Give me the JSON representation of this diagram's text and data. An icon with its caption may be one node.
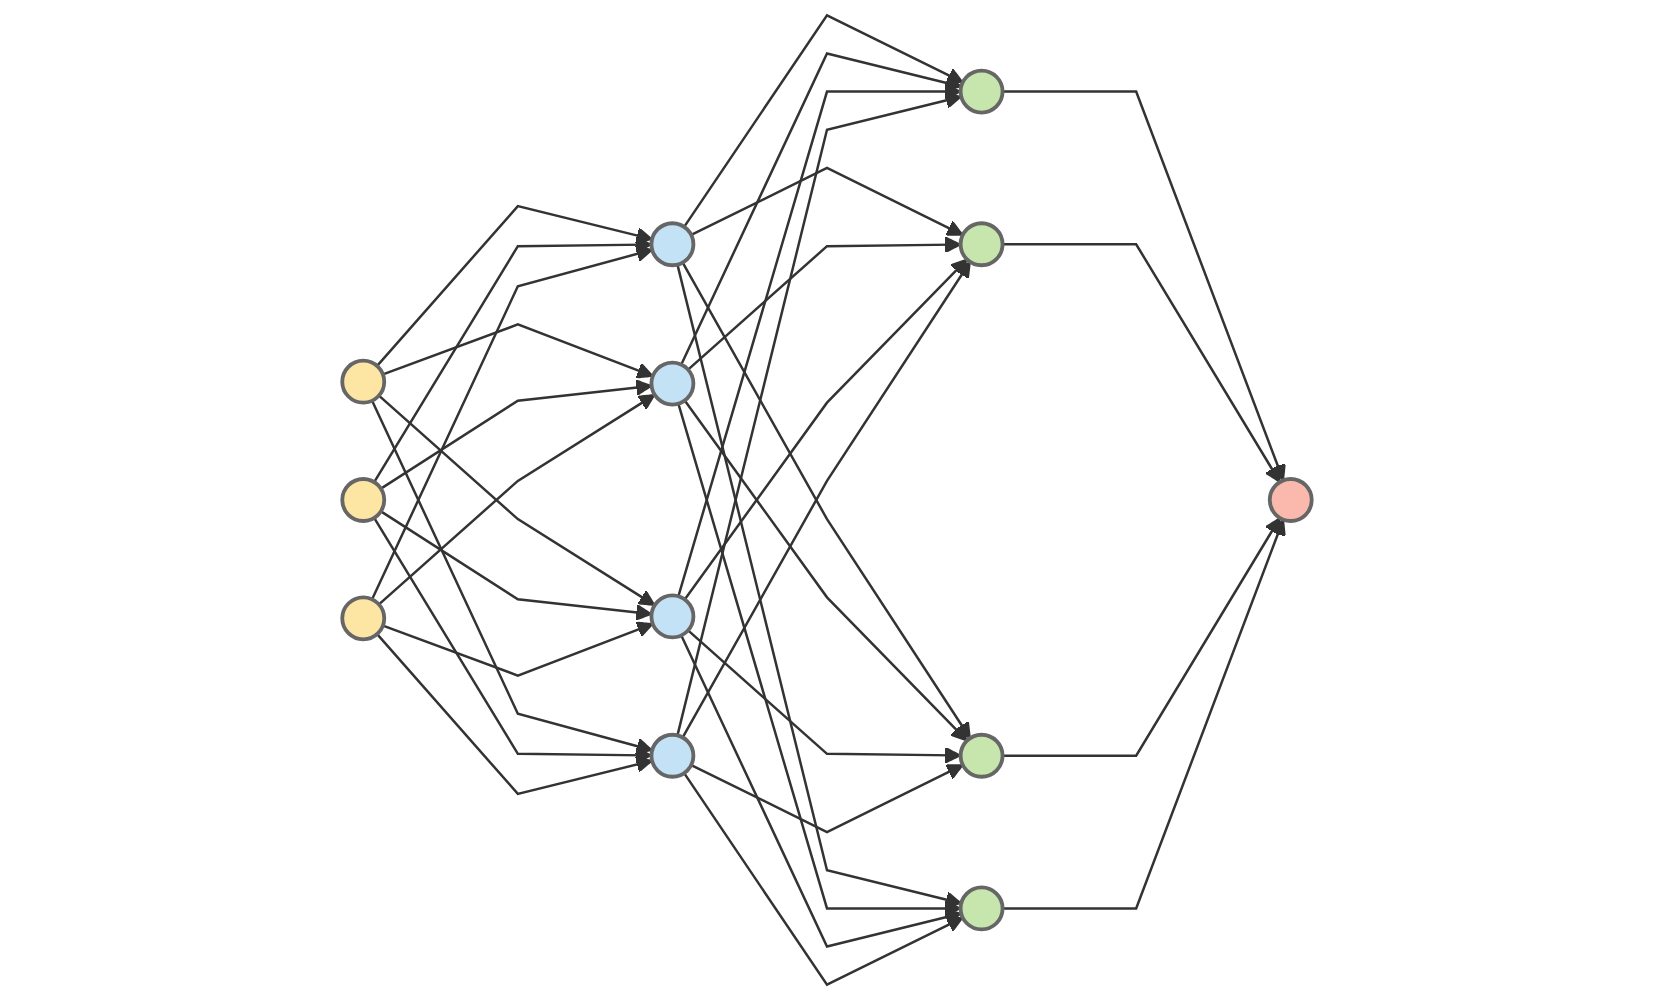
{
  "diagram": {
    "nodes": [
      {
        "text": [],
        "shape": "circle"
      },
      {
        "text": [],
        "shape": "circle"
      },
      {
        "text": [],
        "shape": "circle"
      },
      {
        "text": [],
        "shape": "circle"
      },
      {
        "text": [],
        "shape": "circle"
      },
      {
        "text": [],
        "shape": "circle"
      },
      {
        "text": [],
        "shape": "circle"
      },
      {
        "text": [],
        "shape": "circle"
      },
      {
        "text": [],
        "shape": "circle"
      },
      {
        "text": [],
        "shape": "circle"
      },
      {
        "text": [],
        "shape": "circle"
      },
      {
        "text": [],
        "shape": "circle"
      }
    ],
    "edges": [
      {
        "from": 0,
        "to": 3,
        "arrow": "to"
      },
      {
        "from": 0,
        "to": 4,
        "arrow": "to"
      },
      {
        "from": 0,
        "to": 5,
        "arrow": "to"
      },
      {
        "from": 0,
        "to": 6,
        "arrow": "to"
      },
      {
        "from": 1,
        "to": 3,
        "arrow": "to"
      },
      {
        "from": 1,
        "to": 4,
        "arrow": "to"
      },
      {
        "from": 1,
        "to": 5,
        "arrow": "to"
      },
      {
        "from": 1,
        "to": 6,
        "arrow": "to"
      },
      {
        "from": 2,
        "to": 3,
        "arrow": "to"
      },
      {
        "from": 2,
        "to": 4,
        "arrow": "to"
      },
      {
        "from": 2,
        "to": 5,
        "arrow": "to"
      },
      {
        "from": 2,
        "to": 6,
        "arrow": "to"
      },
      {
        "from": 3,
        "to": 7,
        "arrow": "to"
      },
      {
        "from": 3,
        "to": 8,
        "arrow": "to"
      },
      {
        "from": 3,
        "to": 9,
        "arrow": "to"
      },
      {
        "from": 3,
        "to": 10,
        "arrow": "to"
      },
      {
        "from": 4,
        "to": 7,
        "arrow": "to"
      },
      {
        "from": 4,
        "to": 8,
        "arrow": "to"
      },
      {
        "from": 4,
        "to": 9,
        "arrow": "to"
      },
      {
        "from": 4,
        "to": 10,
        "arrow": "to"
      },
      {
        "from": 5,
        "to": 7,
        "arrow": "to"
      },
      {
        "from": 5,
        "to": 8,
        "arrow": "to"
      },
      {
        "from": 5,
        "to": 9,
        "arrow": "to"
      },
      {
        "from": 5,
        "to": 10,
        "arrow": "to"
      },
      {
        "from": 6,
        "to": 7,
        "arrow": "to"
      },
      {
        "from": 6,
        "to": 8,
        "arrow": "to"
      },
      {
        "from": 6,
        "to": 9,
        "arrow": "to"
      },
      {
        "from": 6,
        "to": 10,
        "arrow": "to"
      },
      {
        "from": 7,
        "to": 11,
        "arrow": "to"
      },
      {
        "from": 8,
        "to": 11,
        "arrow": "to"
      },
      {
        "from": 9,
        "to": 11,
        "arrow": "to"
      },
      {
        "from": 10,
        "to": 11,
        "arrow": "to"
      }
    ]
  }
}
